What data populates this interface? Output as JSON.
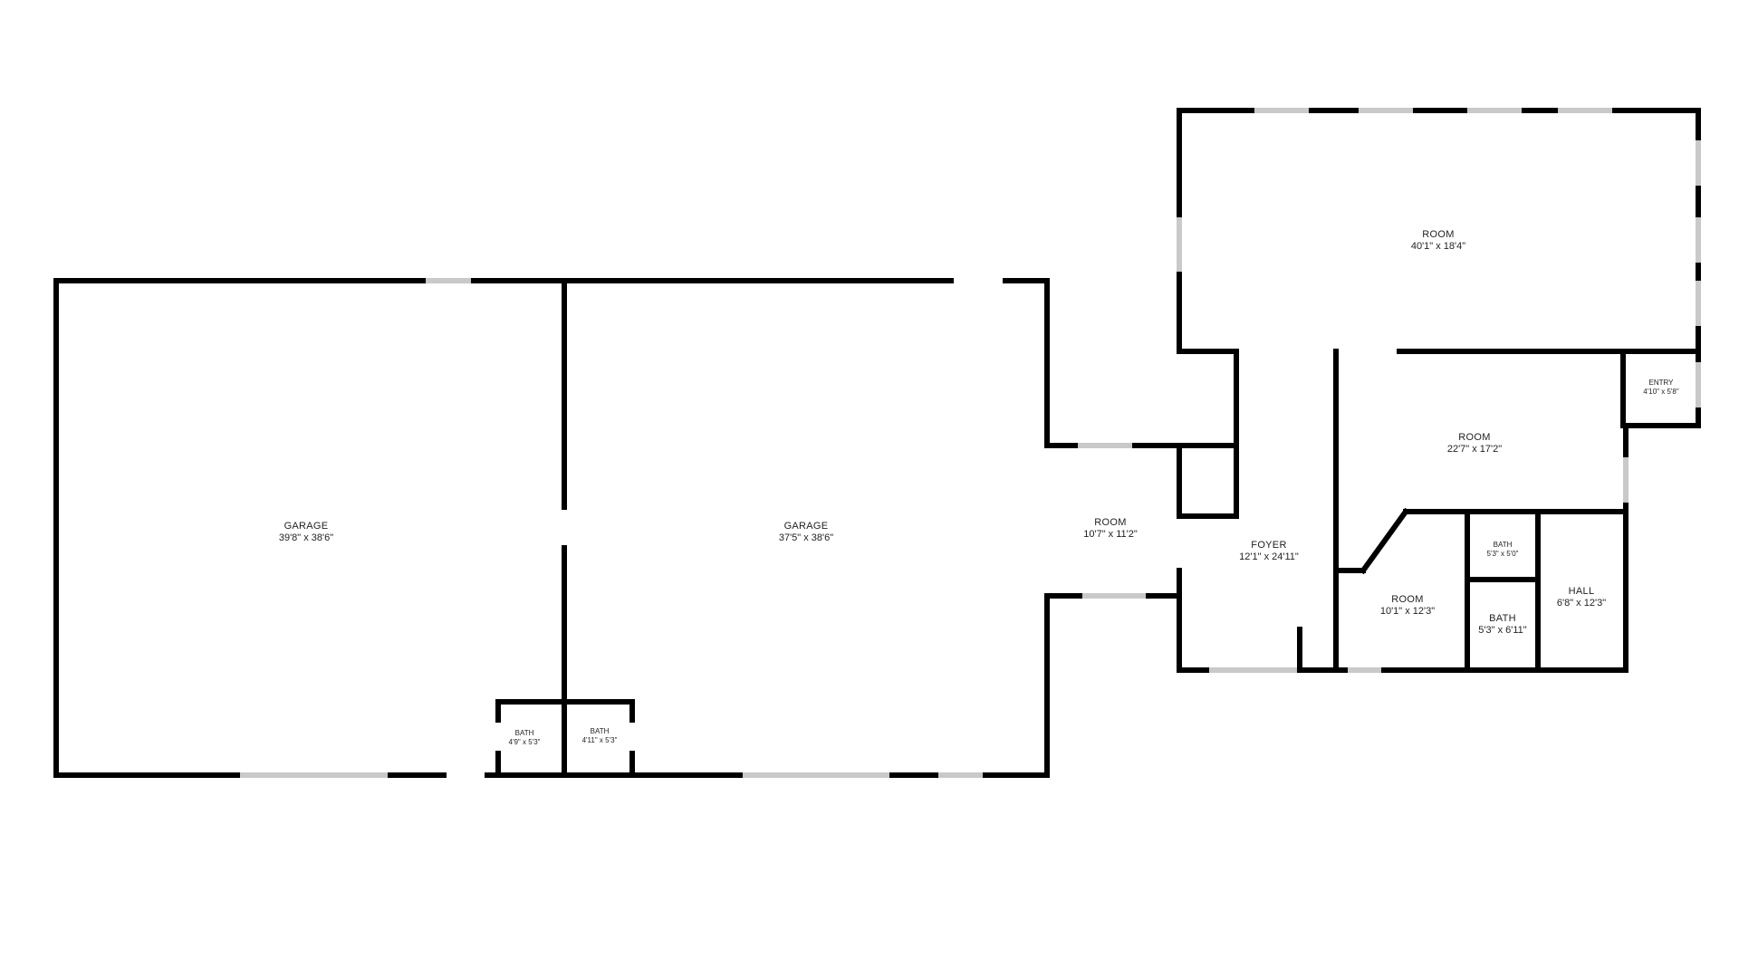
{
  "rooms": {
    "garage_left": {
      "name": "GARAGE",
      "dim": "39'8\" x 38'6\""
    },
    "garage_right": {
      "name": "GARAGE",
      "dim": "37'5\" x 38'6\""
    },
    "bath_left": {
      "name": "BATH",
      "dim": "4'9\" x 5'3\""
    },
    "bath_right": {
      "name": "BATH",
      "dim": "4'11\" x 5'3\""
    },
    "room_small": {
      "name": "ROOM",
      "dim": "10'7\" x 11'2\""
    },
    "foyer": {
      "name": "FOYER",
      "dim": "12'1\" x 24'11\""
    },
    "room_large": {
      "name": "ROOM",
      "dim": "40'1\" x 18'4\""
    },
    "room_mid": {
      "name": "ROOM",
      "dim": "22'7\" x 17'2\""
    },
    "entry": {
      "name": "ENTRY",
      "dim": "4'10\" x 5'8\""
    },
    "bath_small": {
      "name": "BATH",
      "dim": "5'3\" x 5'0\""
    },
    "bath_mid": {
      "name": "BATH",
      "dim": "5'3\" x 6'11\""
    },
    "room_lower": {
      "name": "ROOM",
      "dim": "10'1\" x 12'3\""
    },
    "hall": {
      "name": "HALL",
      "dim": "6'8\" x 12'3\""
    }
  },
  "colors": {
    "wall": "#000000",
    "window": "#c9c9c9",
    "background": "#ffffff"
  }
}
